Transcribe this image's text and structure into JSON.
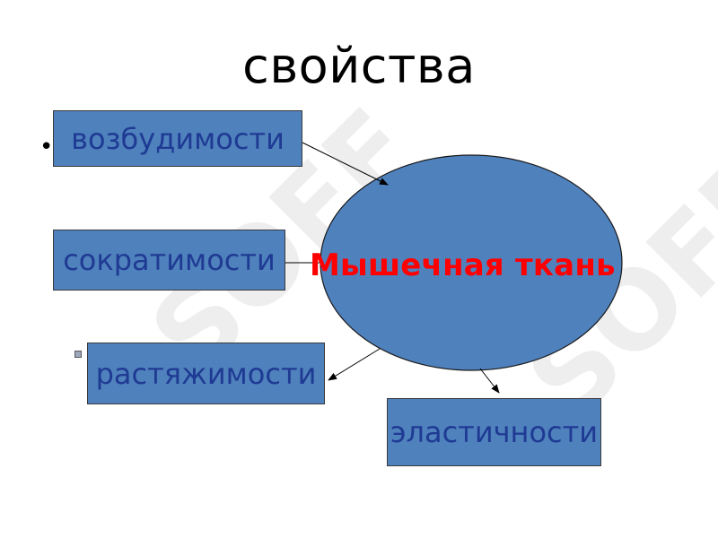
{
  "slide": {
    "title": "свойства",
    "center": "Мышечная ткань",
    "properties": [
      "возбудимости",
      "сократимости",
      "растяжимости",
      "эластичности"
    ],
    "watermark": "SOFF"
  },
  "colors": {
    "box_fill": "#4f81bd",
    "box_text": "#1f3a93",
    "center_text": "#ff0000",
    "line": "#000000"
  }
}
